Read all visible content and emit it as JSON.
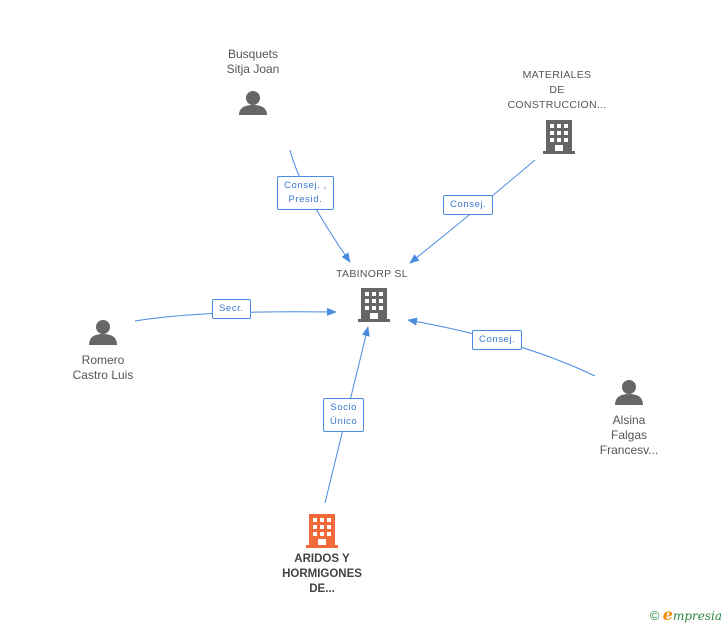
{
  "center": {
    "label": "TABINORP SL"
  },
  "nodes": {
    "busquets": {
      "label": "Busquets\nSitja Joan"
    },
    "materiales": {
      "label": "MATERIALES\nDE\nCONSTRUCCION..."
    },
    "romero": {
      "label": "Romero\nCastro Luis"
    },
    "alsina": {
      "label": "Alsina\nFalgas\nFrancesv..."
    },
    "aridos": {
      "label": "ARIDOS Y\nHORMIGONES\nDE..."
    }
  },
  "edges": {
    "busquets": "Consej. ,\nPresid.",
    "materiales": "Consej.",
    "romero": "Secr.",
    "alsina": "Consej.",
    "aridos": "Socio\nÚnico"
  },
  "colors": {
    "edge": "#4a8be0",
    "person": "#666666",
    "company": "#666666",
    "accent_company": "#f26a3a"
  },
  "brand": {
    "copyright": "©",
    "e": "e",
    "name": "mpresia"
  }
}
